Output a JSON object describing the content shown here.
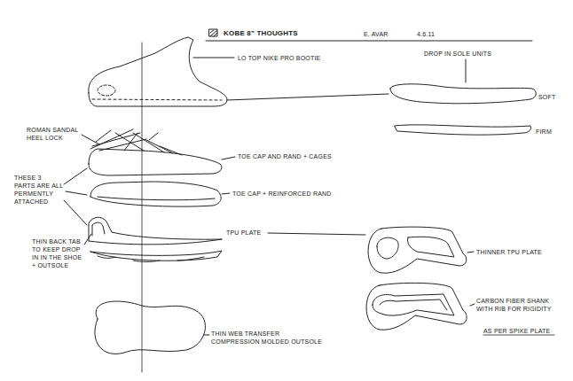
{
  "diagram": {
    "title": "KOBE 8\" THOUGHTS",
    "labels": [
      "E. AVAR",
      "4.6.11",
      "LO TOP NIKE PRO BOOTIE",
      "DROP IN SOLE UNITS",
      "SOFT",
      "FIRM",
      "ROMAN SANDAL HEEL LOCK",
      "TOE CAP AND RAND + CAGES",
      "THESE 3 PARTS ARE ALL PERMENTLY ATTACHED",
      "TOE CAP + REINFORCED RAND",
      "TPU PLATE",
      "THIN BACK TAB TO KEEP DROP IN IN THE SHOE + OUTSOLE",
      "THINNER TPU PLATE",
      "CARBON FIBER SHANK WITH RIB FOR RIGIDITY",
      "AS PER SPIKE PLATE",
      "THIN WEB TRANSFER COMPRESSION MOLDED OUTSOLE"
    ]
  }
}
